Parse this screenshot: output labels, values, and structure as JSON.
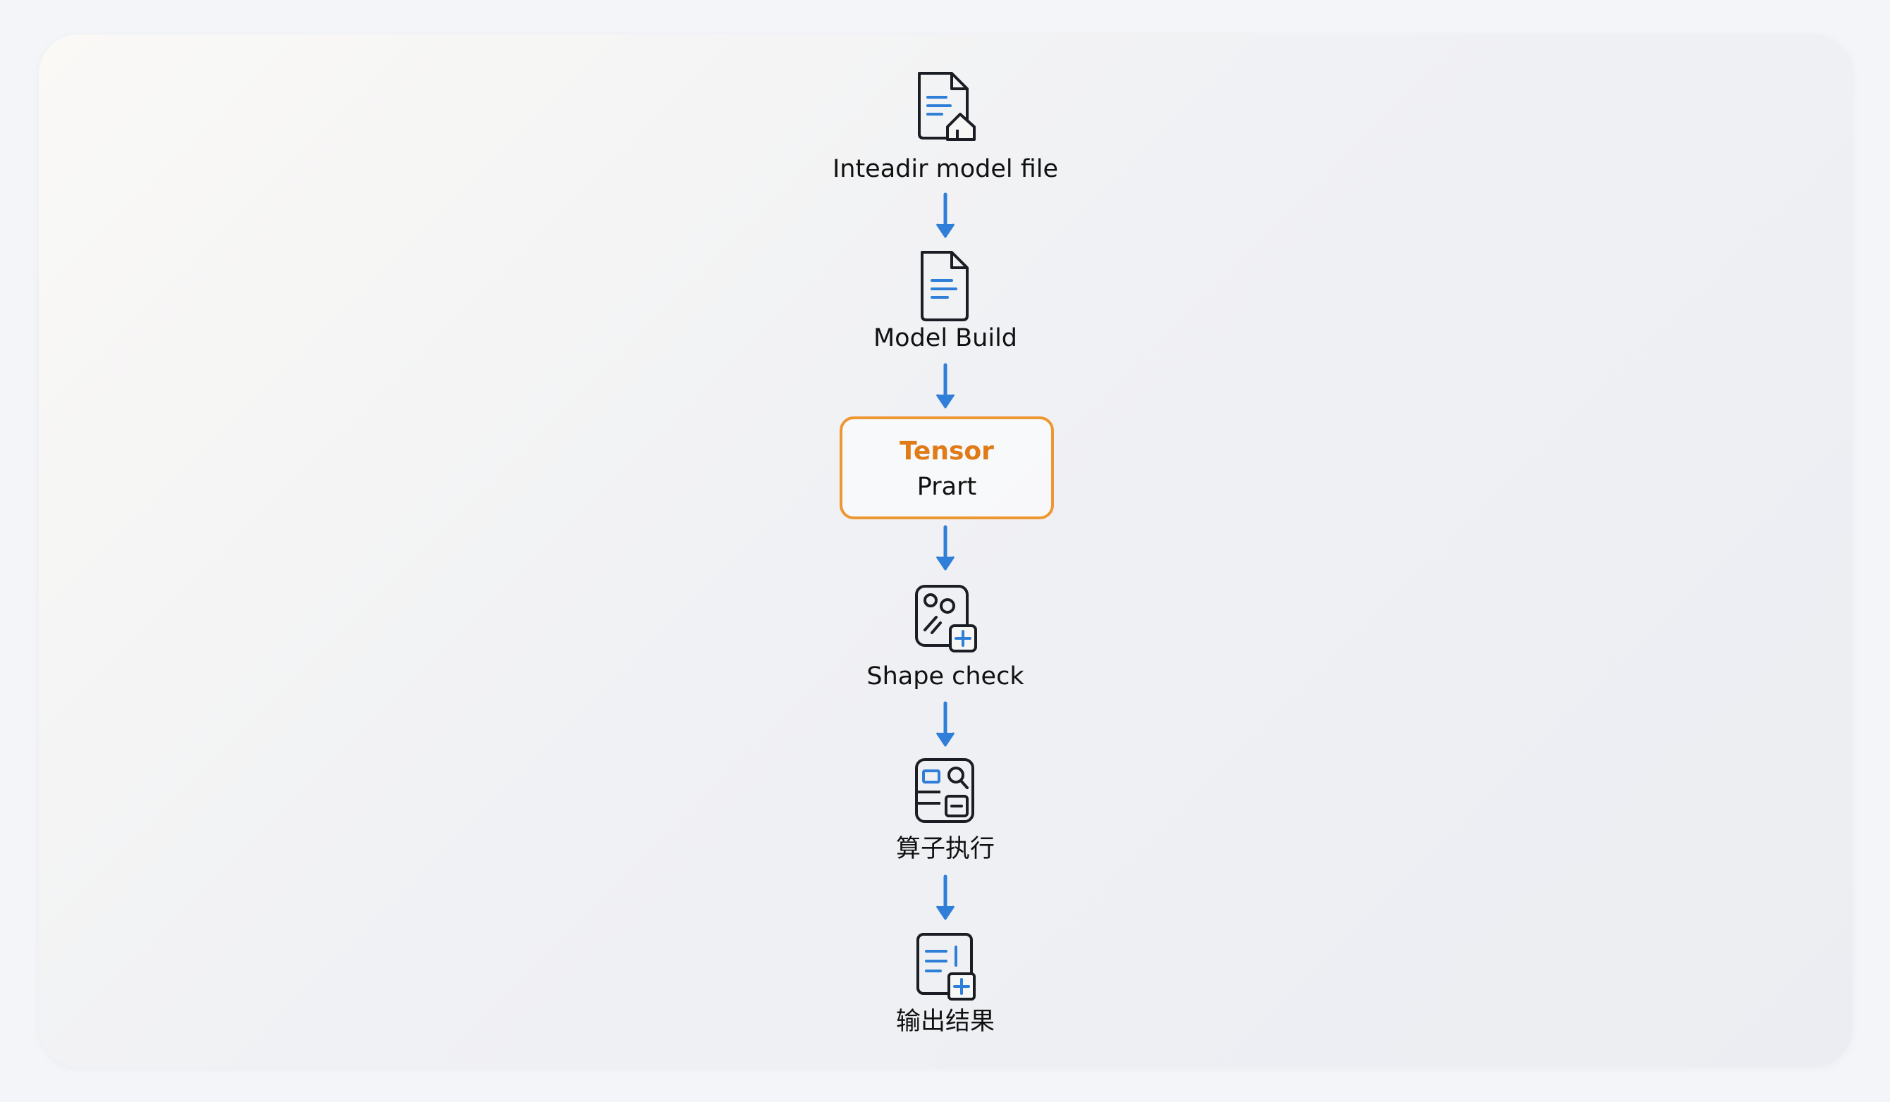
{
  "steps": [
    {
      "label": "Inteadir model file",
      "icon": "document-upload-icon"
    },
    {
      "label": "Model Build",
      "icon": "document-icon"
    },
    {
      "title": "Tensor",
      "subtitle": "Prart"
    },
    {
      "label": "Shape check",
      "icon": "shape-check-icon"
    },
    {
      "label": "算子执行",
      "icon": "operator-execution-icon"
    },
    {
      "label": "输出结果",
      "icon": "output-result-icon"
    }
  ],
  "colors": {
    "arrow": "#2f7fd8",
    "highlight_border": "#ee9630",
    "highlight_title": "#e07b18",
    "icon_stroke": "#1a1d24",
    "icon_accent": "#2f7fd8"
  }
}
